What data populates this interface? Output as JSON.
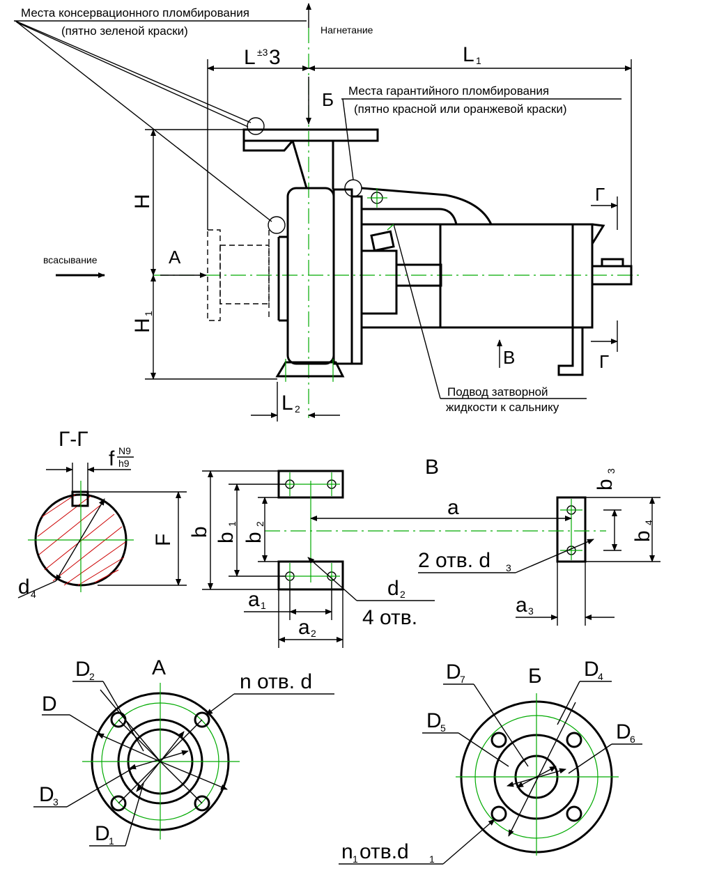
{
  "labels": {
    "conservation_seal": "Места консервационного пломбирования",
    "conservation_seal_note": "(пятно зеленой краски)",
    "discharge": "Нагнетание",
    "dim_L": "L",
    "dim_L_tol": "±3",
    "dim_L1": "L",
    "dim_L1_sub": "1",
    "view_B_cyr": "Б",
    "warranty_seal": "Места гарантийного пломбирования",
    "warranty_seal_note": "(пятно красной или оранжевой краски)",
    "suction": "всасывание",
    "view_A": "А",
    "dim_H": "H",
    "dim_H1": "H",
    "dim_H1_sub": "1",
    "section_G_top": "Г",
    "section_G_bottom": "Г",
    "view_V_arrow": "В",
    "seal_liquid_line1": "Подвод затворной",
    "seal_liquid_line2": "жидкости к сальнику",
    "dim_L2": "L",
    "dim_L2_sub": "2"
  },
  "section_gg": {
    "title": "Г-Г",
    "f": "f",
    "f_tol_top": "N9",
    "f_tol_bottom": "h9",
    "F": "F",
    "d4": "d",
    "d4_sub": "4"
  },
  "view_v": {
    "title": "В",
    "b": "b",
    "b1": "b",
    "b1_sub": "1",
    "b2": "b",
    "b2_sub": "2",
    "b3": "b",
    "b3_sub": "3",
    "b4": "b",
    "b4_sub": "4",
    "a": "a",
    "a1": "a",
    "a1_sub": "1",
    "a2": "a",
    "a2_sub": "2",
    "a3": "a",
    "a3_sub": "3",
    "d2": "d",
    "d2_sub": "2",
    "holes_4": "4 отв.",
    "holes_2": "2 отв. d",
    "holes_2_sub": "3"
  },
  "view_a": {
    "title": "А",
    "D": "D",
    "D1": "D",
    "D1_sub": "1",
    "D2": "D",
    "D2_sub": "2",
    "D3": "D",
    "D3_sub": "3",
    "holes": "n отв. d"
  },
  "view_b": {
    "title": "Б",
    "D4": "D",
    "D4_sub": "4",
    "D5": "D",
    "D5_sub": "5",
    "D6": "D",
    "D6_sub": "6",
    "D7": "D",
    "D7_sub": "7",
    "holes": "n",
    "holes_sub": "1",
    "holes_text": " отв.d",
    "holes_sub2": "1"
  },
  "colors": {
    "lines": "#000000",
    "center_lines": "#00aa00",
    "hatch": "#cc0000"
  }
}
